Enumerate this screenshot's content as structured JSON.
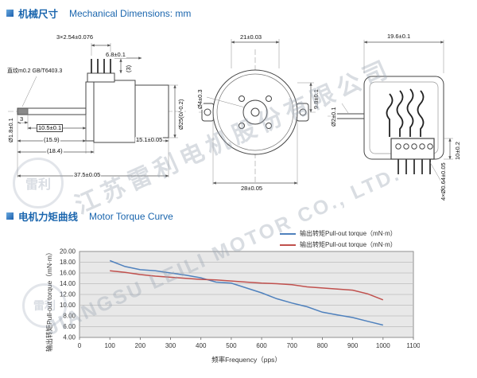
{
  "watermark": {
    "line1": "江苏雷利电机股份有限公司",
    "line2": "JIANGSU LEILI MOTOR CO., LTD.",
    "stamp": "雷利"
  },
  "sections": {
    "mech": {
      "title_cn": "机械尺寸",
      "title_en": "Mechanical Dimensions: mm"
    },
    "torque": {
      "title_cn": "电机力矩曲线",
      "title_en": "Motor Torque Curve"
    }
  },
  "drawings": {
    "side": {
      "labels": [
        "3×2.54±0.076",
        "6.8±0.1",
        "(3)",
        "直纹m0.2 GB/T6403.3",
        "Ø1.8±0.1",
        "3",
        "10.5±0.1",
        "(15.9)",
        "(18.4)",
        "37.5±0.05",
        "15.1±0.05",
        "Ø25(0/-0.2)"
      ]
    },
    "front": {
      "labels": [
        "21±0.03",
        "9.8±0.1",
        "Ø4±0.3",
        "28±0.05"
      ]
    },
    "rear": {
      "labels": [
        "19.6±0.1",
        "Ø2±0.1",
        "10±0.2",
        "4×Ø0.64±0.05"
      ]
    }
  },
  "chart_data": {
    "type": "line",
    "title": "",
    "xlabel": "频率Frequency（pps）",
    "ylabel": "输出转矩Pull-out torque（mN·m）",
    "xlim": [
      0,
      1100
    ],
    "ylim": [
      4,
      20
    ],
    "x_ticks": [
      0,
      100,
      200,
      300,
      400,
      500,
      600,
      700,
      800,
      900,
      1000,
      1100
    ],
    "y_ticks": [
      4,
      6,
      8,
      10,
      12,
      14,
      16,
      18,
      20
    ],
    "y_tick_decimals": 2,
    "grid": "horizontal",
    "legend_position": "top-right",
    "plot_bg": "#e8e8e8",
    "series": [
      {
        "name": "输出转矩Pull-out torque（mN·m）",
        "color": "#4f81bd",
        "x": [
          100,
          150,
          200,
          250,
          300,
          350,
          400,
          450,
          500,
          550,
          600,
          650,
          700,
          750,
          800,
          850,
          900,
          950,
          1000
        ],
        "values": [
          18.3,
          17.2,
          16.6,
          16.4,
          16.0,
          15.6,
          15.1,
          14.3,
          14.1,
          13.2,
          12.3,
          11.2,
          10.4,
          9.7,
          8.7,
          8.2,
          7.7,
          7.0,
          6.3
        ]
      },
      {
        "name": "输出转矩Pull-out torque（mN·m）",
        "color": "#c0504d",
        "x": [
          100,
          150,
          200,
          250,
          300,
          350,
          400,
          450,
          500,
          550,
          600,
          650,
          700,
          750,
          800,
          850,
          900,
          950,
          1000
        ],
        "values": [
          16.4,
          16.1,
          15.7,
          15.4,
          15.2,
          15.0,
          14.8,
          14.7,
          14.5,
          14.3,
          14.1,
          14.0,
          13.8,
          13.4,
          13.2,
          13.0,
          12.8,
          12.1,
          11.0
        ]
      }
    ]
  }
}
